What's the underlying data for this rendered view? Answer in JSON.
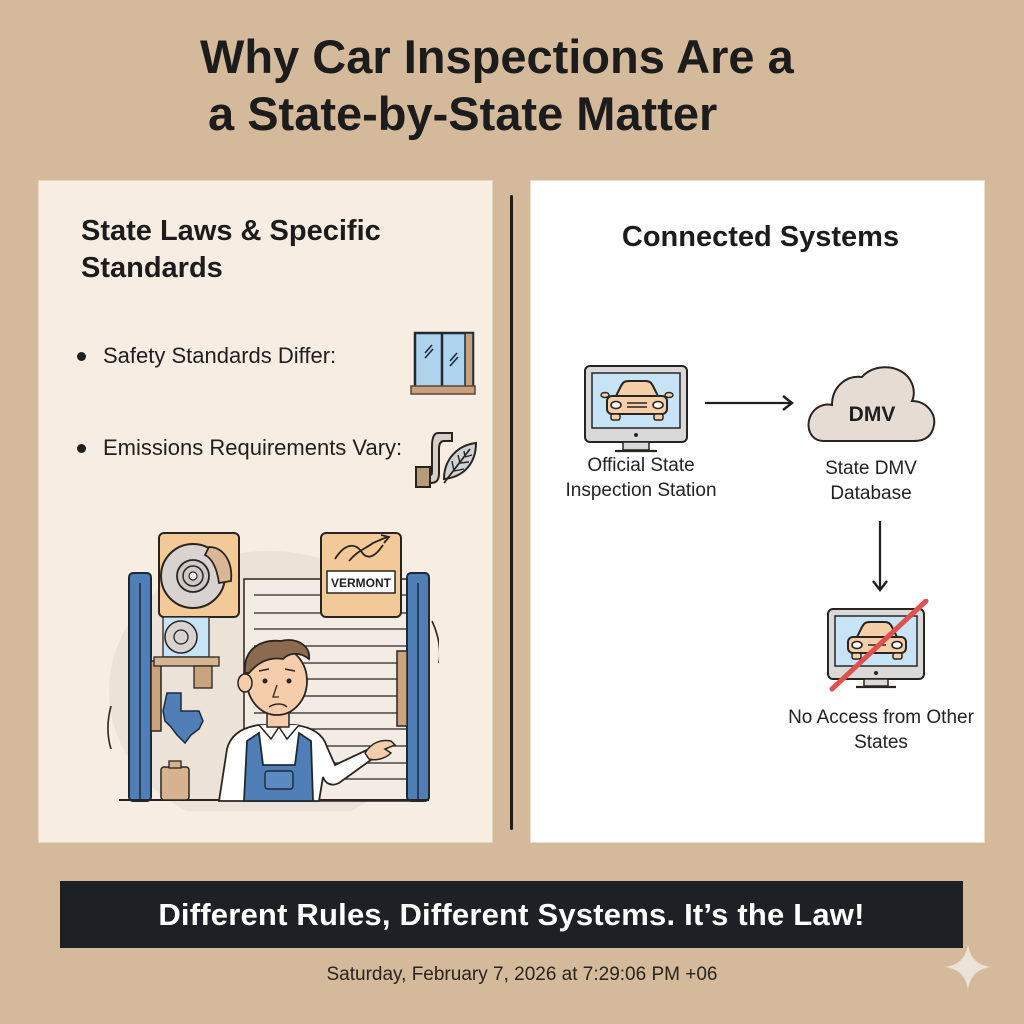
{
  "title": {
    "line1": "Why Car Inspections Are a",
    "line2": "a State-by-State Matter"
  },
  "left_panel": {
    "heading": "State Laws & Specific Standards",
    "bullets": [
      {
        "text": "Safety Standards Differ:",
        "icon": "window-icon"
      },
      {
        "text": "Emissions Requirements Vary:",
        "icon": "exhaust-leaf-icon"
      }
    ],
    "illustration": {
      "sign_label": "VERMONT",
      "elements": [
        "brake-disc-icon",
        "vermont-sign",
        "texas-map-icon",
        "mechanic",
        "car-lift"
      ]
    }
  },
  "right_panel": {
    "heading": "Connected Systems",
    "nodes": [
      {
        "label": "Official State Inspection Station",
        "icon": "monitor-car-icon"
      },
      {
        "label": "State DMV Database",
        "icon": "cloud-icon",
        "icon_text": "DMV"
      },
      {
        "label": "No Access from Other States",
        "icon": "monitor-car-crossed-icon"
      }
    ]
  },
  "banner": {
    "text": "Different Rules, Different Systems. It’s the Law!"
  },
  "timestamp": "Saturday, February 7, 2026 at 7:29:06 PM +06",
  "colors": {
    "background": "#d4b99b",
    "left_panel": "#f8ede3",
    "right_panel": "#ffffff",
    "banner": "#1d2125",
    "accent_blue": "#4f7fb6",
    "accent_tan": "#f2c997",
    "screen_blue": "#c7e3f6",
    "slash_red": "#e0504f"
  }
}
